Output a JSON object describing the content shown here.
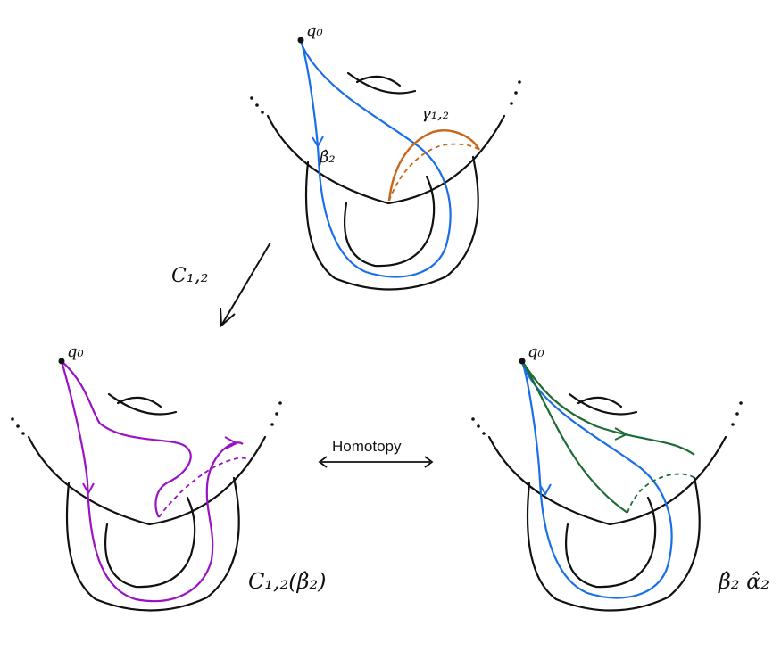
{
  "labels": {
    "q0_top": "q₀",
    "q0_left": "q₀",
    "q0_right": "q₀",
    "beta_hat_2": "β̂₂",
    "gamma_12": "γ₁,₂",
    "c12_arrow": "C₁,₂",
    "homotopy": "Homotopy",
    "c12_beta": "C₁,₂(β̂₂)",
    "beta_alpha": "β̂₂ α̂₂"
  },
  "colors": {
    "surface": "#111111",
    "beta_blue": "#1a6fe8",
    "gamma_orange": "#c8661a",
    "image_purple": "#9a12c4",
    "alpha_green": "#1d6b35"
  }
}
